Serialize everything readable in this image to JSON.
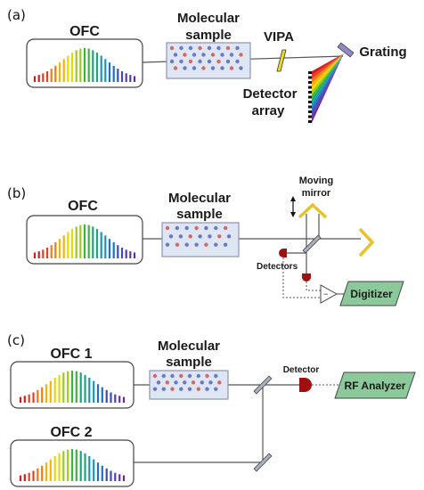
{
  "panels": {
    "a": {
      "label": "(a)",
      "source": "OFC",
      "sample": [
        "Molecular",
        "sample"
      ],
      "vipa": "VIPA",
      "grating": "Grating",
      "detector": [
        "Detector",
        "array"
      ]
    },
    "b": {
      "label": "(b)",
      "source": "OFC",
      "sample": [
        "Molecular",
        "sample"
      ],
      "mirror": [
        "Moving",
        "mirror"
      ],
      "detectors": "Detectors",
      "digitizer": "Digitizer"
    },
    "c": {
      "label": "(c)",
      "source1": "OFC 1",
      "source2": "OFC 2",
      "sample": [
        "Molecular",
        "sample"
      ],
      "detector": "Detector",
      "analyzer": "RF Analyzer"
    }
  },
  "colors": {
    "beam": "#555555",
    "grating": "#8e88c4",
    "vipa": "#e8dc2c",
    "mirror": "#e8c22a",
    "detector": "#a01010",
    "box_fill": "#8bc89a",
    "sample_fill": "#dfe6f3",
    "dot_red": "#d06a6a",
    "dot_blue": "#6a78c8",
    "spectrum": [
      "#d81b1b",
      "#e8401e",
      "#f07a16",
      "#f5b400",
      "#e7d800",
      "#9ccc1a",
      "#3ab53a",
      "#18a67a",
      "#1896b6",
      "#1f6fc8",
      "#3a4cc0",
      "#5b3aa8",
      "#6a2a8a"
    ]
  }
}
